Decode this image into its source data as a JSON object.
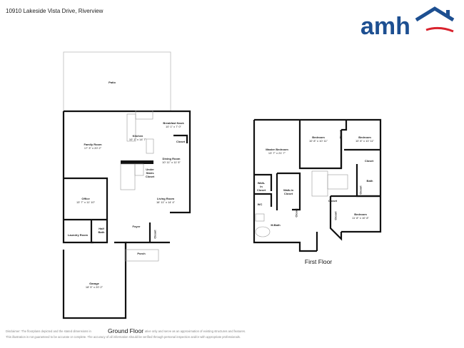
{
  "header": {
    "address": "10910 Lakeside Vista Drive, Riverview",
    "logo_text": "amh",
    "brand_color": "#1d4f91",
    "accent_color": "#d9232e"
  },
  "ground_floor": {
    "title": "Ground Floor",
    "rooms": [
      {
        "name": "Patio",
        "dims": ""
      },
      {
        "name": "Family Room",
        "dims": "17' 3\" x 20' 2\""
      },
      {
        "name": "Kitchen",
        "dims": "10' 1\" x 14' 7\""
      },
      {
        "name": "Breakfast Nook",
        "dims": "10' 1\" x 7' 0\""
      },
      {
        "name": "Closet",
        "dims": ""
      },
      {
        "name": "Dining Room",
        "dims": "10' 11\" x 11' 5\""
      },
      {
        "name": "Under Stairs Closet",
        "dims": ""
      },
      {
        "name": "Office",
        "dims": "13' 7\" x 11' 10\""
      },
      {
        "name": "Living Room",
        "dims": "16' 11\" x 14' 4\""
      },
      {
        "name": "Half Bath",
        "dims": ""
      },
      {
        "name": "Laundry Room",
        "dims": ""
      },
      {
        "name": "Foyer",
        "dims": ""
      },
      {
        "name": "Closet",
        "dims": ""
      },
      {
        "name": "Porch",
        "dims": ""
      },
      {
        "name": "Garage",
        "dims": "18' 5\" x 20' 2\""
      }
    ]
  },
  "first_floor": {
    "title": "First Floor",
    "rooms": [
      {
        "name": "Master Bedroom",
        "dims": "13' 7\" x 21' 7\""
      },
      {
        "name": "Bedroom",
        "dims": "10' 8\" x 10' 11\""
      },
      {
        "name": "Closet",
        "dims": ""
      },
      {
        "name": "Bedroom",
        "dims": "10' 8\" x 10' 11\""
      },
      {
        "name": "Closet",
        "dims": ""
      },
      {
        "name": "Walk-In Closet",
        "dims": ""
      },
      {
        "name": "Walk-In Closet",
        "dims": ""
      },
      {
        "name": "Bath",
        "dims": ""
      },
      {
        "name": "WC",
        "dims": ""
      },
      {
        "name": "Closet",
        "dims": ""
      },
      {
        "name": "Closet",
        "dims": ""
      },
      {
        "name": "Closet",
        "dims": ""
      },
      {
        "name": "Closet",
        "dims": ""
      },
      {
        "name": "M.Bath",
        "dims": ""
      },
      {
        "name": "Bedroom",
        "dims": "11' 8\" x 10' 8\""
      }
    ]
  },
  "disclaimer": {
    "line1_a": "Disclaimer: The floorplans depicted and the stated dimensions in",
    "line1_b": "ative only and serve as an approximation of existing structures and features.",
    "line2": "This illustration is not guaranteed to be accurate or complete. The accuracy of all information should be verified through personal inspection and/or with appropriate professionals."
  }
}
